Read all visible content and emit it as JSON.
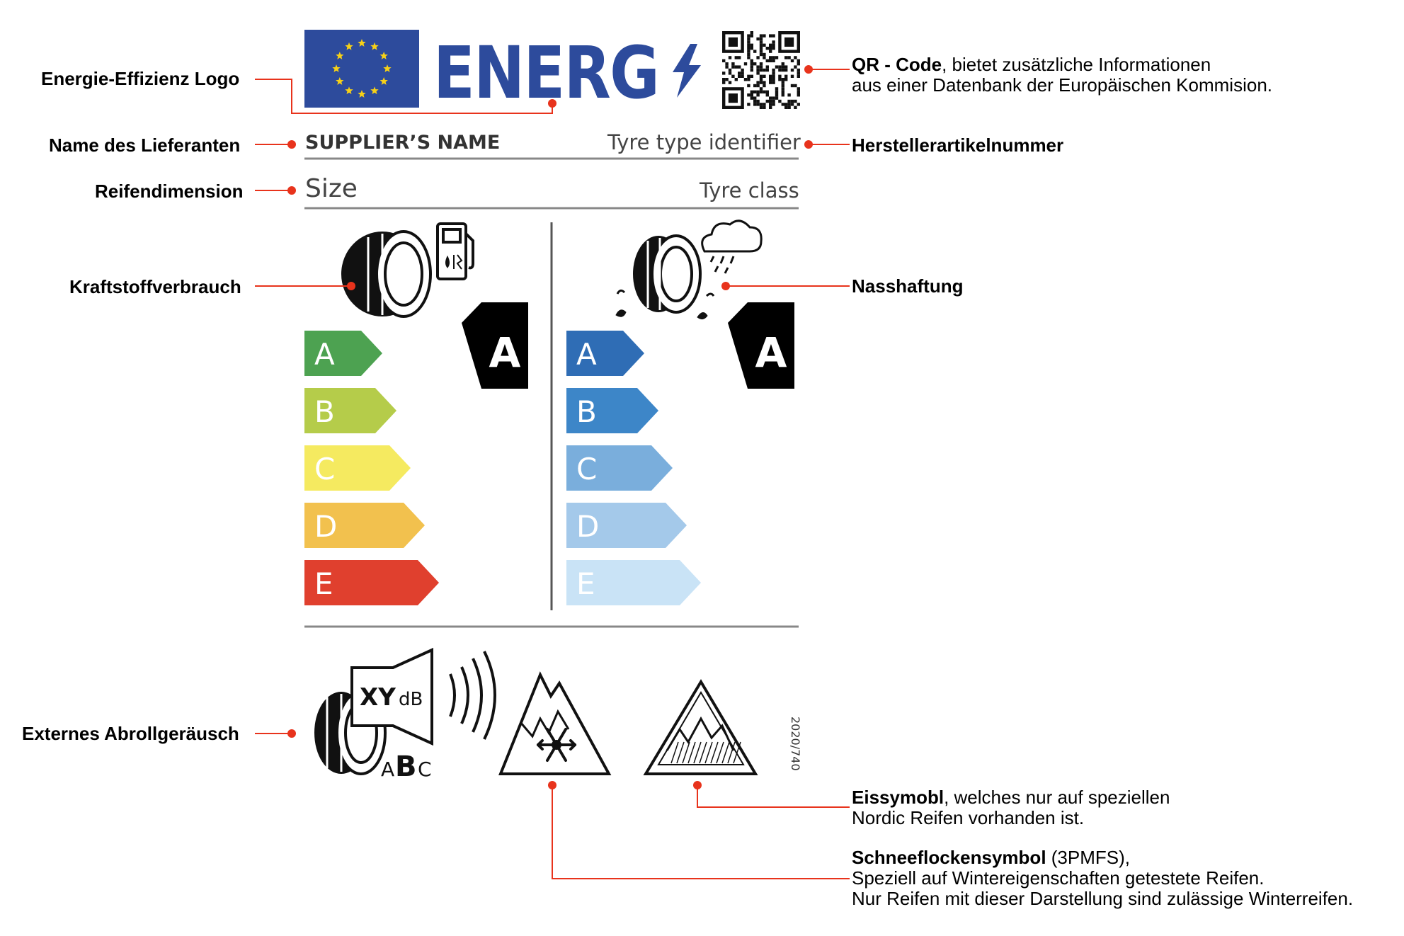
{
  "label": {
    "logo_text": "ENERG",
    "supplier_name": "SUPPLIER’S NAME",
    "tyre_type_identifier": "Tyre type identifier",
    "size": "Size",
    "tyre_class": "Tyre class",
    "regulation": "2020/740",
    "fuel_efficiency": {
      "classes": [
        "A",
        "B",
        "C",
        "D",
        "E"
      ],
      "colors": [
        "#4da251",
        "#b5cc4a",
        "#f5ea60",
        "#f2c14e",
        "#e0402e"
      ],
      "rating": "A"
    },
    "wet_grip": {
      "classes": [
        "A",
        "B",
        "C",
        "D",
        "E"
      ],
      "colors": [
        "#2f6db5",
        "#3d86c8",
        "#7aaedc",
        "#a4c9ea",
        "#c9e3f6"
      ],
      "rating": "A"
    },
    "noise": {
      "value": "XY",
      "unit": "dB",
      "classes": [
        "A",
        "B",
        "C"
      ],
      "rating": "B"
    }
  },
  "callouts": {
    "logo": "Energie-Effizienz Logo",
    "supplier": "Name des Lieferanten",
    "size": "Reifendimension",
    "fuel": "Kraftstoffverbrauch",
    "noise": "Externes Abrollgeräusch",
    "identifier": "Herstellerartikelnummer",
    "wet_grip": "Nasshaftung",
    "qr": {
      "title": "QR - Code",
      "line1": ", bietet zusätzliche Informationen",
      "line2": "aus einer Datenbank der Europäischen Kommision."
    },
    "ice": {
      "title": "Eissymobl",
      "line1": ", welches nur auf speziellen",
      "line2": "Nordic Reifen vorhanden ist."
    },
    "snow": {
      "title": "Schneeflockensymbol",
      "line1": " (3PMFS),",
      "line2": "Speziell auf Wintereigenschaften getestete Reifen.",
      "line3": "Nur Reifen mit dieser Darstellung sind zulässige Winterreifen."
    }
  },
  "colors": {
    "accent_red": "#e8331c",
    "eu_blue": "#2d4b9c",
    "eu_star": "#f7d117",
    "rating_black": "#000000"
  }
}
